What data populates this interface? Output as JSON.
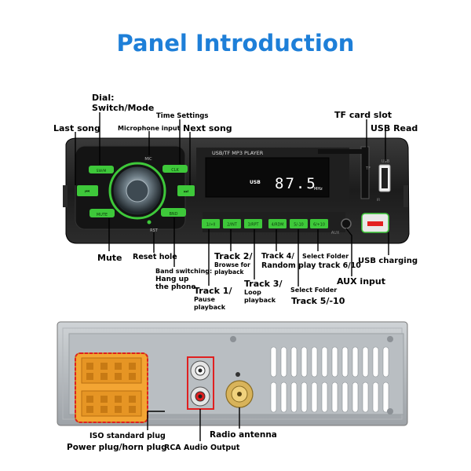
{
  "title": "Panel Introduction",
  "labels": {
    "dial_1": "Dial:",
    "dial_2": "Switch/Mode",
    "time_settings": "Time Settings",
    "last_song": "Last song",
    "microphone_input": "Microphone input",
    "next_song": "Next song",
    "tf_card_slot": "TF card slot",
    "usb_read": "USB Read",
    "mute": "Mute",
    "reset_hole": "Reset hole",
    "band_1": "Band switching:",
    "band_2": "Hang up",
    "band_3": "the phone",
    "track2_1": "Track 2/",
    "track2_2": "Browse for",
    "track2_3": "playback",
    "track4_1": "Track 4/",
    "track4_2": "Random play track 6/10",
    "select_folder_top": "Select Folder",
    "usb_charging": "USB charging",
    "track3_1": "Track 3/",
    "track3_2": "Loop",
    "track3_3": "playback",
    "aux_input": "AUX input",
    "track1_1": "Track 1/",
    "track1_2": "Pause",
    "track1_3": "playback",
    "select_folder_bottom": "Select Folder",
    "track5": "Track 5/-10",
    "iso_plug": "ISO standard plug",
    "power_plug": "Power plug/horn plug",
    "rca_output": "RCA Audio Output",
    "radio_antenna": "Radio antenna"
  },
  "panel": {
    "model_text": "USB/TF MP3 PLAYER",
    "display_source": "USB",
    "display_freq": "87.5",
    "display_unit": "MHz",
    "buttons": {
      "swm": "SW/M",
      "clk": "CLK",
      "prev": "⏮",
      "next": "⏭",
      "mute": "MUTE",
      "band": "BND",
      "mic": "MIC",
      "rst": "RST",
      "aux": "AUX",
      "tf": "TF",
      "usb": "USB",
      "ir": "IR",
      "presets": [
        "1/>II",
        "2/INT",
        "3/RPT",
        "4/RDM",
        "5/-10",
        "6/+10"
      ]
    }
  },
  "colors": {
    "title": "#1e7fd8",
    "button_green": "#3ec83a",
    "highlight_red": "#e02020",
    "plug_orange": "#f3a533",
    "panel_black": "#1a1a1a"
  }
}
